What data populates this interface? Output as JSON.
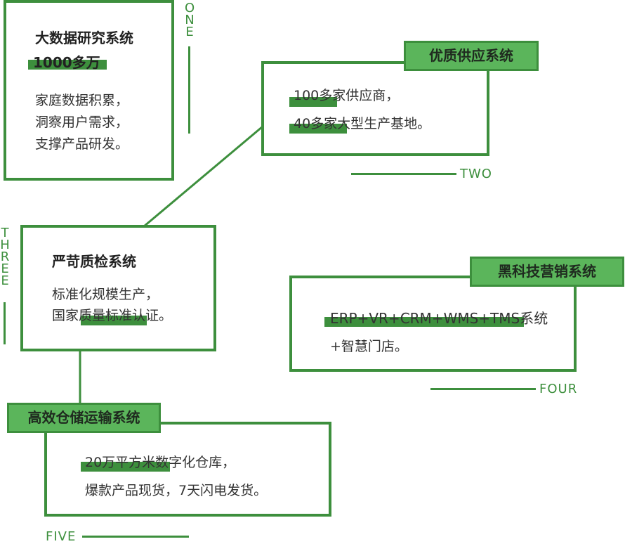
{
  "colors": {
    "accent": "#3d8f3d",
    "tag_fill": "#5bb55b",
    "text": "#333333"
  },
  "one": {
    "label": "ONE",
    "title": "大数据研究系统",
    "highlight": "1000多万",
    "lines": [
      "家庭数据积累，",
      "洞察用户需求，",
      "支撑产品研发。"
    ]
  },
  "two": {
    "label": "TWO",
    "tag": "优质供应系统",
    "lines": [
      "100多家供应商，",
      "40多家大型生产基地。"
    ]
  },
  "three": {
    "label": "THREE",
    "title": "严苛质检系统",
    "lines": [
      "标准化规模生产，",
      "国家质量标准认证。"
    ]
  },
  "four": {
    "label": "FOUR",
    "tag": "黑科技营销系统",
    "lines": [
      "ERP+VR+CRM+WMS+TMS系统",
      "+智慧门店。"
    ]
  },
  "five": {
    "label": "FIVE",
    "tag": "高效仓储运输系统",
    "lines": [
      "20万平方米数字化仓库，",
      "爆款产品现货，7天闪电发货。"
    ]
  }
}
